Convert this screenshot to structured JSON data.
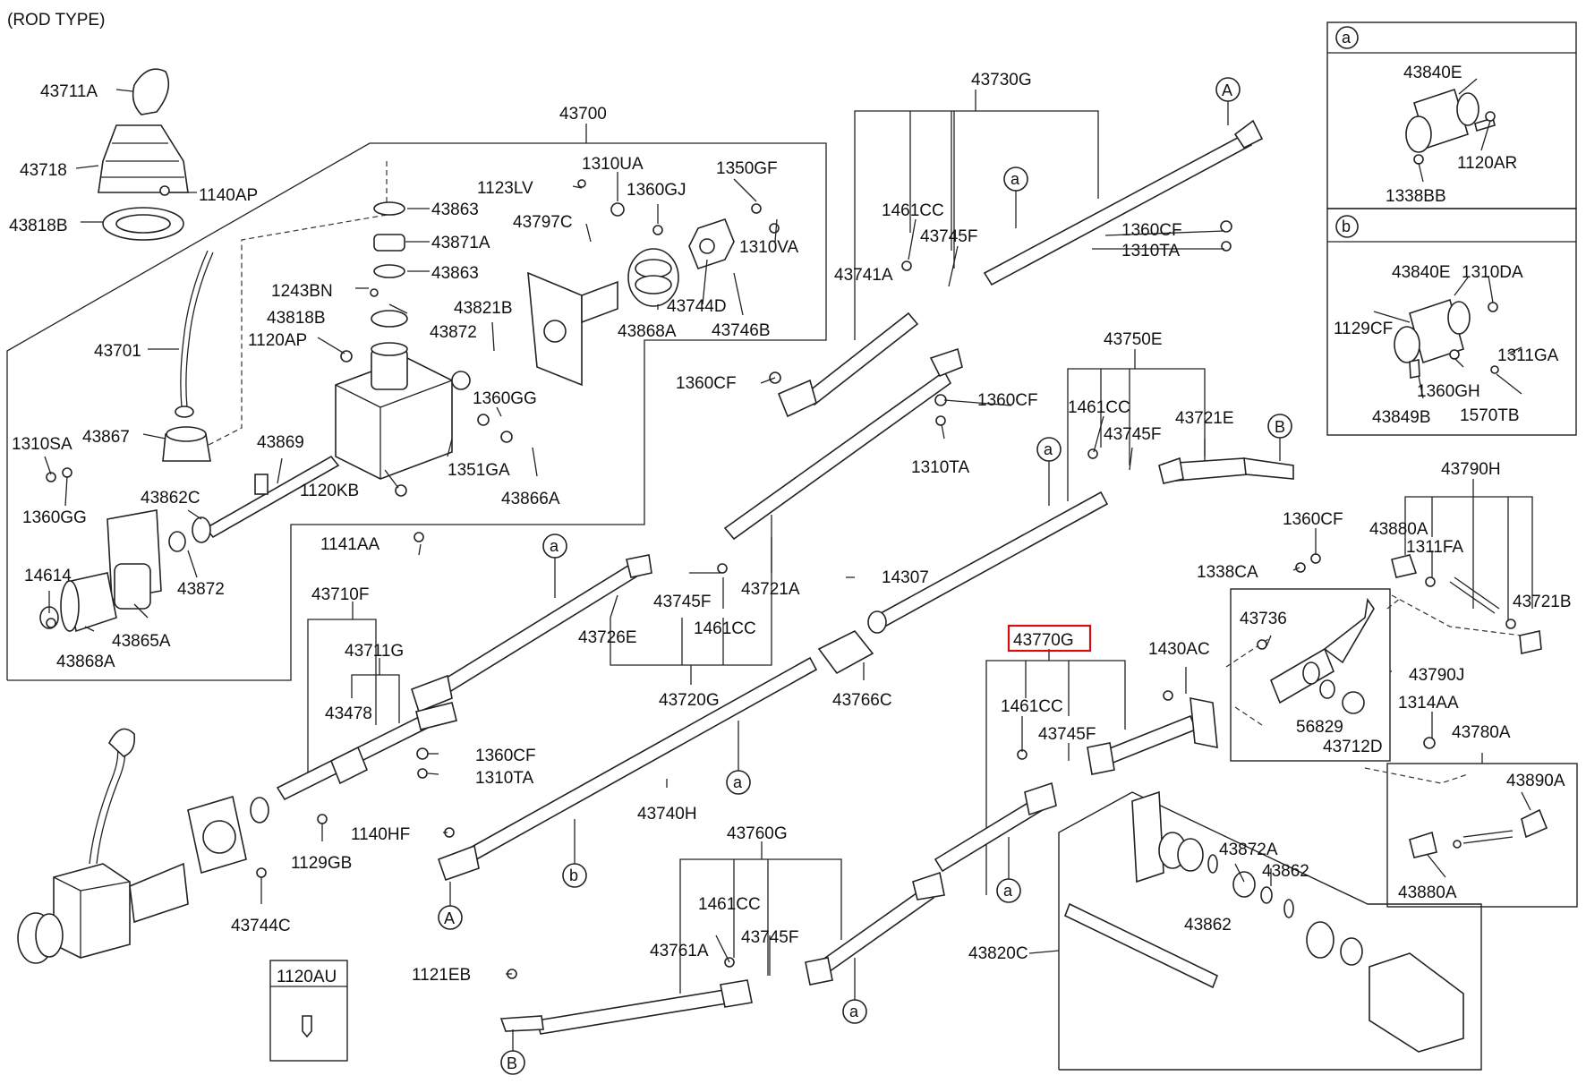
{
  "title": "(ROD TYPE)",
  "highlight": "43770G",
  "labels": {
    "p43711A": "43711A",
    "p43718": "43718",
    "p1140AP": "1140AP",
    "p43818B_1": "43818B",
    "p43700": "43700",
    "p43863_1": "43863",
    "p43871A": "43871A",
    "p43863_2": "43863",
    "p1243BN": "1243BN",
    "p43818B_2": "43818B",
    "p1120AP": "1120AP",
    "p43701": "43701",
    "p1310UA": "1310UA",
    "p1123LV": "1123LV",
    "p1360GJ": "1360GJ",
    "p1350GF": "1350GF",
    "p43797C": "43797C",
    "p1310VA": "1310VA",
    "p43744D": "43744D",
    "p43746B": "43746B",
    "p43868A_1": "43868A",
    "p43821B": "43821B",
    "p43872_1": "43872",
    "p1360GG_1": "1360GG",
    "p1310SA": "1310SA",
    "p43867": "43867",
    "p43869": "43869",
    "p1351GA": "1351GA",
    "p1120KB": "1120KB",
    "p43866A": "43866A",
    "p43862C": "43862C",
    "p1360GG_2": "1360GG",
    "p14614": "14614",
    "p43872_2": "43872",
    "p43865A": "43865A",
    "p43868A_2": "43868A",
    "p43730G": "43730G",
    "p1461CC_1": "1461CC",
    "p43745F_1": "43745F",
    "p43741A": "43741A",
    "p1360CF_1": "1360CF",
    "p1310TA_1": "1310TA",
    "p1360CF_2": "1360CF",
    "p1360CF_3": "1360CF",
    "p1310TA_2": "1310TA",
    "p43750E": "43750E",
    "p1461CC_2": "1461CC",
    "p43745F_2": "43745F",
    "p43721E": "43721E",
    "p1141AA": "1141AA",
    "p43726E": "43726E",
    "p43745F_3": "43745F",
    "p1461CC_3": "1461CC",
    "p43721A": "43721A",
    "p43720G": "43720G",
    "p14307": "14307",
    "p43766C": "43766C",
    "p43710F": "43710F",
    "p43711G": "43711G",
    "p43478": "43478",
    "p1360CF_4": "1360CF",
    "p1310TA_3": "1310TA",
    "p43740H": "43740H",
    "p1140HF": "1140HF",
    "p1129GB": "1129GB",
    "p43744C": "43744C",
    "p43760G": "43760G",
    "p1461CC_4": "1461CC",
    "p43745F_4": "43745F",
    "p43761A": "43761A",
    "p1121EB": "1121EB",
    "p1120AU": "1120AU",
    "p43770G": "43770G",
    "p1461CC_5": "1461CC",
    "p43745F_5": "43745F",
    "p1430AC": "1430AC",
    "p43820C": "43820C",
    "p43872A": "43872A",
    "p43862_1": "43862",
    "p43862_2": "43862",
    "p1360CF_5": "1360CF",
    "p1338CA": "1338CA",
    "p43736": "43736",
    "p56829": "56829",
    "p43712D": "43712D",
    "p1314AA": "1314AA",
    "p43790J": "43790J",
    "p43790H": "43790H",
    "p43880A_1": "43880A",
    "p1311FA": "1311FA",
    "p43721B": "43721B",
    "p43780A": "43780A",
    "p43890A": "43890A",
    "p43880A_2": "43880A",
    "a_43840E": "43840E",
    "a_1120AR": "1120AR",
    "a_1338BB": "1338BB",
    "b_43840E": "43840E",
    "b_1310DA": "1310DA",
    "b_1129CF": "1129CF",
    "b_1311GA": "1311GA",
    "b_1360GH": "1360GH",
    "b_43849B": "43849B",
    "b_1570TB": "1570TB"
  },
  "markers": {
    "a": "a",
    "b": "b",
    "A": "A",
    "B": "B"
  }
}
